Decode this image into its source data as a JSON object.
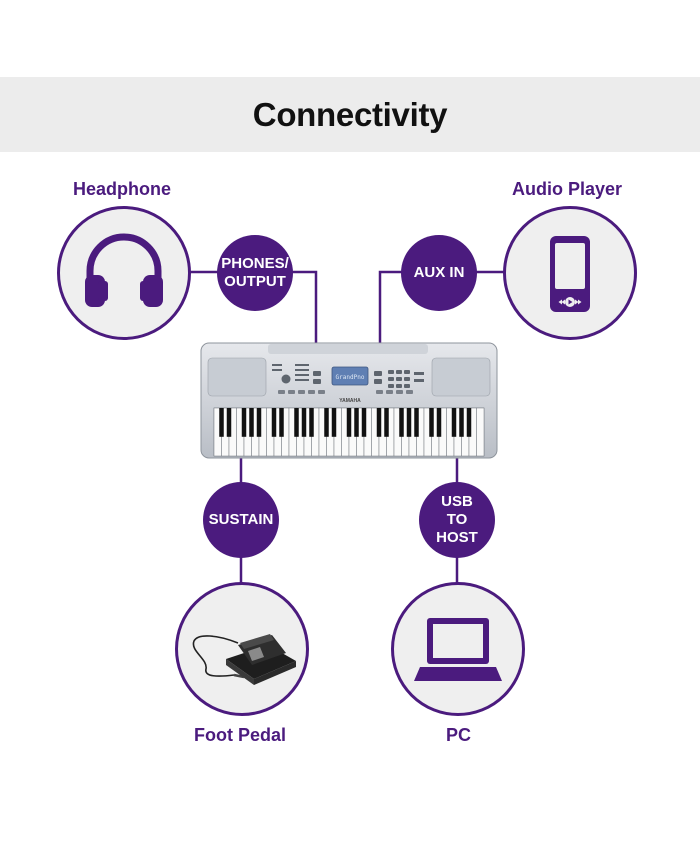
{
  "title": "Connectivity",
  "devices": {
    "headphone": "Headphone",
    "audio_player": "Audio Player",
    "foot_pedal": "Foot Pedal",
    "pc": "PC"
  },
  "ports": {
    "phones_output": "PHONES/\nOUTPUT",
    "aux_in": "AUX IN",
    "sustain": "SUSTAIN",
    "usb_to_host": "USB\nTO\nHOST"
  },
  "keyboard": {
    "brand": "YAMAHA",
    "display_text": "GrandPno"
  },
  "colors": {
    "accent": "#4b1b7e",
    "banner_bg": "#ececec",
    "device_circle_bg": "#efefef"
  },
  "icons": {
    "headphone": "headphone-icon",
    "audio_player": "audio-player-icon",
    "foot_pedal": "foot-pedal-icon",
    "pc": "laptop-icon"
  }
}
